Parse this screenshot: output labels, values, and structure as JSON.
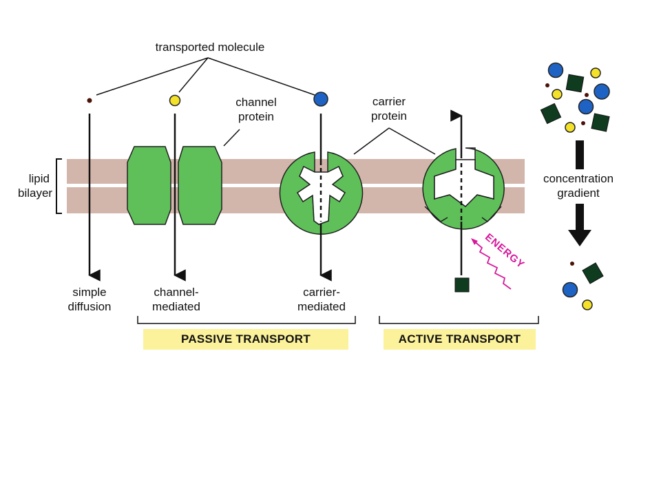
{
  "labels": {
    "transported_molecule": "transported molecule",
    "channel_protein": [
      "channel",
      "protein"
    ],
    "carrier_protein": [
      "carrier",
      "protein"
    ],
    "lipid_bilayer": [
      "lipid",
      "bilayer"
    ],
    "concentration_gradient": [
      "concentration",
      "gradient"
    ],
    "simple_diffusion": [
      "simple",
      "diffusion"
    ],
    "channel_mediated": [
      "channel-",
      "mediated"
    ],
    "carrier_mediated": [
      "carrier-",
      "mediated"
    ],
    "energy": "ENERGY"
  },
  "banners": {
    "passive": "PASSIVE TRANSPORT",
    "active": "ACTIVE TRANSPORT"
  },
  "colors": {
    "membrane": "#d3b6ab",
    "protein": "#5fc05a",
    "protein_outline": "#1f1f1f",
    "blue_molecule": "#1e63c4",
    "yellow_molecule": "#f3e12a",
    "dark_square": "#0f3b1f",
    "small_dot": "#4a1208",
    "energy": "#d6189a",
    "banner": "#fbf29b"
  }
}
